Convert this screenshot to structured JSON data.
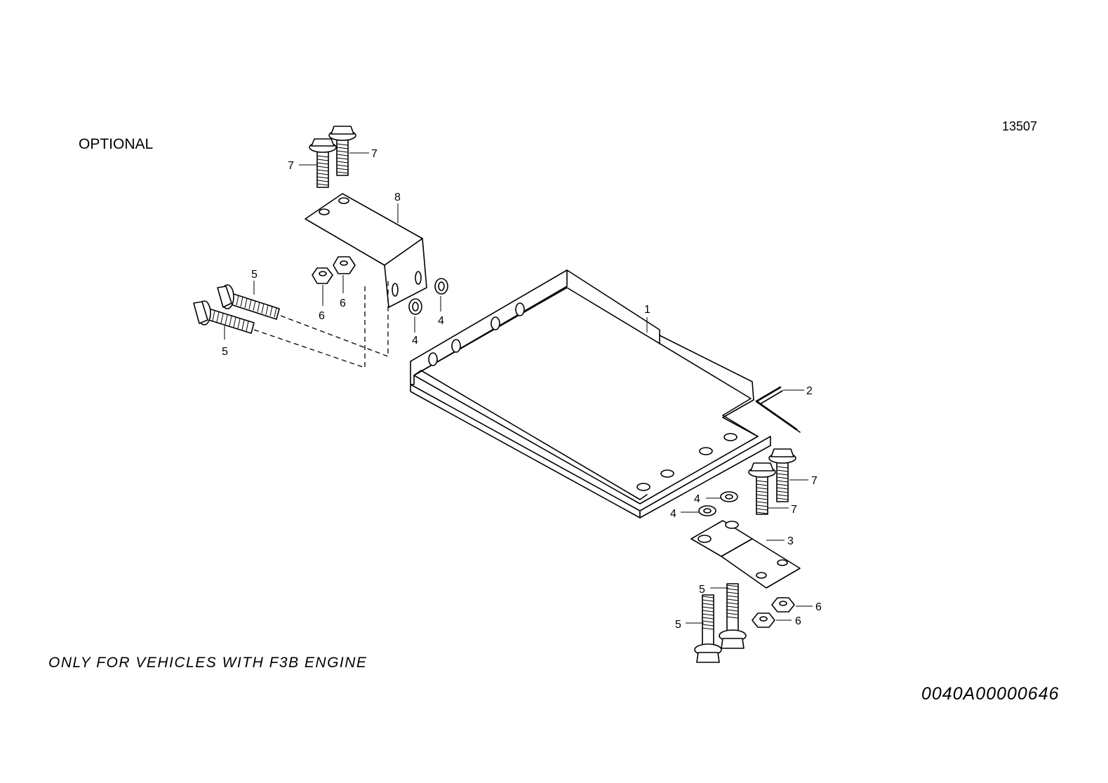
{
  "header": {
    "optional_label": "OPTIONAL",
    "reference_number": "13507"
  },
  "footer": {
    "engine_note": "ONLY FOR VEHICLES WITH F3B ENGINE",
    "drawing_code": "0040A00000646"
  },
  "callouts": {
    "c1": "1",
    "c2": "2",
    "c3": "3",
    "c4a": "4",
    "c4b": "4",
    "c4c": "4",
    "c4d": "4",
    "c5a": "5",
    "c5b": "5",
    "c5c": "5",
    "c5d": "5",
    "c6a": "6",
    "c6b": "6",
    "c6c": "6",
    "c6d": "6",
    "c7a": "7",
    "c7b": "7",
    "c7c": "7",
    "c7d": "7",
    "c8": "8"
  },
  "colors": {
    "line": "#000000",
    "background": "#ffffff"
  }
}
